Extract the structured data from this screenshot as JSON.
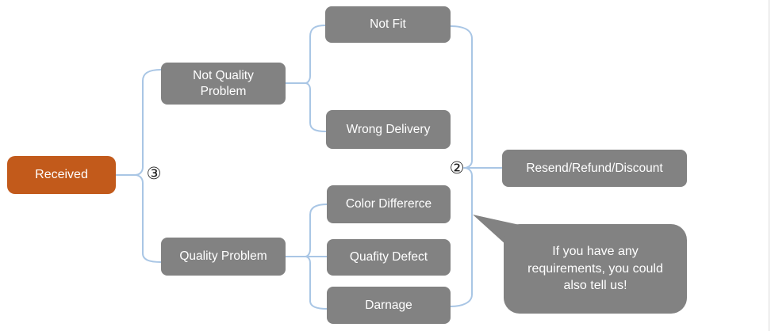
{
  "theme": {
    "root_fill": "#C25A1B",
    "node_fill": "#828282",
    "node_text": "#FFFFFF",
    "connector": "#A9C6E5",
    "marker_color": "#1F1F1F",
    "edge_line": "#D9D9D9"
  },
  "diagram": {
    "root": {
      "label": "Received"
    },
    "branches": [
      {
        "label": "Not Quality Problem",
        "children": [
          {
            "label": "Not Fit"
          },
          {
            "label": "Wrong Delivery"
          }
        ]
      },
      {
        "label": "Quality Problem",
        "children": [
          {
            "label": "Color Differerce"
          },
          {
            "label": "Quafity Defect"
          },
          {
            "label": "Darnage"
          }
        ]
      }
    ],
    "outcome": {
      "label": "Resend/Refund/Discount"
    },
    "markers": {
      "branch_step": "③",
      "outcome_step": "②"
    },
    "callout": {
      "text": "If you have any requirements, you could also tell us!"
    }
  }
}
